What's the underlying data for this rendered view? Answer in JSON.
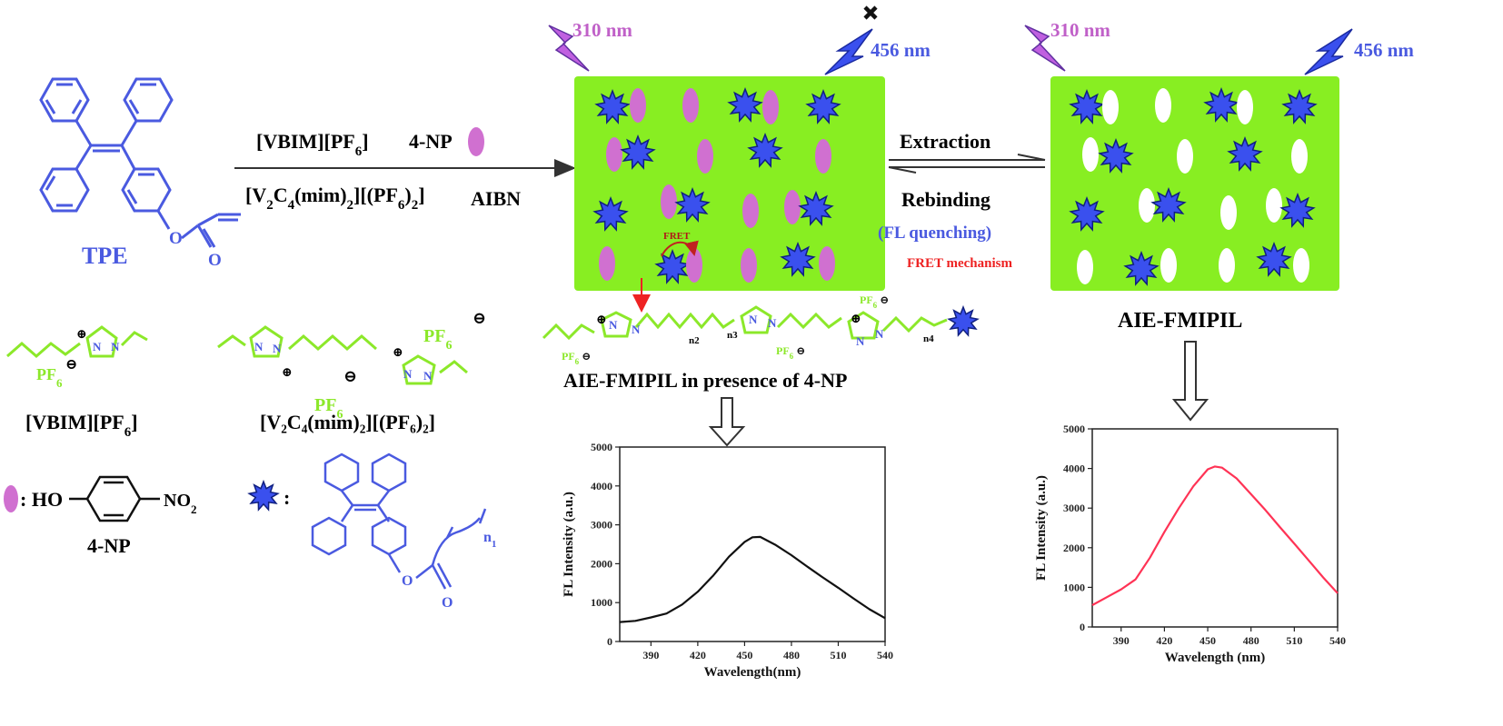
{
  "light": {
    "excite": "310 nm",
    "emit": "456 nm"
  },
  "colors": {
    "tpe_blue": "#4a5ae0",
    "pink": "#d070d0",
    "green": "#8ce82a",
    "red": "#ee2222",
    "polymer_fill": "#88ee22"
  },
  "tpe_label": "TPE",
  "reaction": {
    "top_left": "[VBIM][PF",
    "top_left_sub": "6",
    "top_left_end": "]",
    "template": "4-NP",
    "bottom_a": "[V",
    "bottom_a_sub": "2",
    "bottom_b": "C",
    "bottom_b_sub": "4",
    "bottom_c": "(mim)",
    "bottom_c_sub": "2",
    "bottom_d": "][(PF",
    "bottom_d_sub": "6",
    "bottom_e": ")",
    "bottom_e_sub": "2",
    "bottom_f": "]",
    "initiator": "AIBN"
  },
  "equilibrium": {
    "forward": "Extraction",
    "reverse": "Rebinding",
    "note1": "(FL quenching)",
    "note2": "FRET mechanism"
  },
  "fret_small": "FRET",
  "caption_left": "AIE-FMIPIL in presence of 4-NP",
  "caption_right": "AIE-FMIPIL",
  "monomers": {
    "vbim_label_a": "[VBIM][PF",
    "vbim_label_sub": "6",
    "vbim_label_end": "]",
    "pf6": "PF",
    "pf6_sub": "6",
    "cross_label": "[V₂C₄(mim)₂][(PF₆)₂]"
  },
  "legend": {
    "np_prefix": ": HO",
    "no2": "NO",
    "no2_sub": "2",
    "np_label": "4-NP",
    "star_colon": ":",
    "n1": "n",
    "n1_sub": "1"
  },
  "chain_subs": [
    "n2",
    "n3",
    "n4"
  ],
  "chart_data": [
    {
      "type": "line",
      "xlabel": "Wavelength(nm)",
      "ylabel": "FL Intensity (a.u.)",
      "xlim": [
        370,
        540
      ],
      "ylim": [
        0,
        5000
      ],
      "xticks": [
        390,
        420,
        450,
        480,
        510,
        540
      ],
      "yticks": [
        0,
        1000,
        2000,
        3000,
        4000,
        5000
      ],
      "line_color": "#111111",
      "x": [
        370,
        380,
        390,
        400,
        410,
        420,
        430,
        440,
        450,
        455,
        460,
        470,
        480,
        490,
        500,
        510,
        520,
        530,
        540
      ],
      "y": [
        500,
        530,
        620,
        720,
        950,
        1280,
        1700,
        2180,
        2560,
        2680,
        2690,
        2480,
        2220,
        1930,
        1650,
        1380,
        1100,
        830,
        600
      ]
    },
    {
      "type": "line",
      "xlabel": "Wavelength (nm)",
      "ylabel": "FL Intensity (a.u.)",
      "xlim": [
        370,
        540
      ],
      "ylim": [
        0,
        5000
      ],
      "xticks": [
        390,
        420,
        450,
        480,
        510,
        540
      ],
      "yticks": [
        0,
        1000,
        2000,
        3000,
        4000,
        5000
      ],
      "line_color": "#ff3355",
      "x": [
        370,
        380,
        390,
        400,
        410,
        420,
        430,
        440,
        450,
        455,
        460,
        470,
        480,
        490,
        500,
        510,
        520,
        530,
        540
      ],
      "y": [
        550,
        750,
        950,
        1200,
        1750,
        2400,
        3000,
        3550,
        3980,
        4050,
        4020,
        3750,
        3350,
        2950,
        2520,
        2100,
        1680,
        1250,
        850
      ]
    }
  ]
}
